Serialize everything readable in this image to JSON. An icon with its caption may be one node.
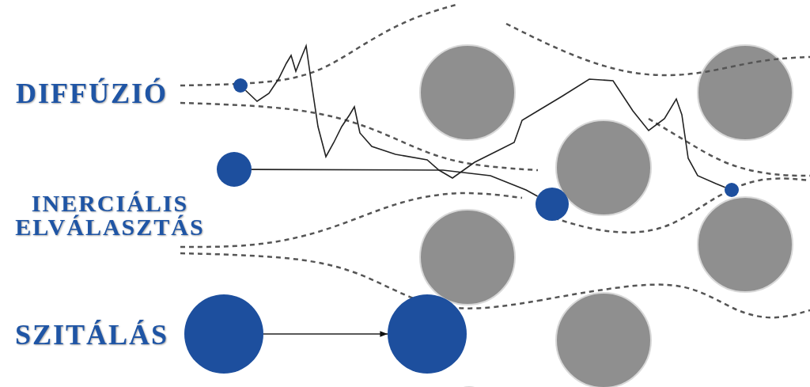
{
  "diagram": {
    "nodes": [
      {
        "text": [],
        "shape": "circle"
      },
      {
        "text": [],
        "shape": "circle"
      },
      {
        "text": [],
        "shape": "circle"
      },
      {
        "text": [],
        "shape": "circle"
      },
      {
        "text": [],
        "shape": "circle"
      },
      {
        "text": [],
        "shape": "circle"
      }
    ],
    "edges": [
      {
        "from": 0,
        "to": 1,
        "arrow": "none"
      },
      {
        "from": 2,
        "to": 3,
        "arrow": "none"
      },
      {
        "from": 4,
        "to": 5,
        "arrow": "to"
      }
    ],
    "labels": [
      "DIFFÚZIÓ",
      "INERCIÁLIS ELVÁLASZTÁS",
      "SZITÁLÁS"
    ]
  }
}
